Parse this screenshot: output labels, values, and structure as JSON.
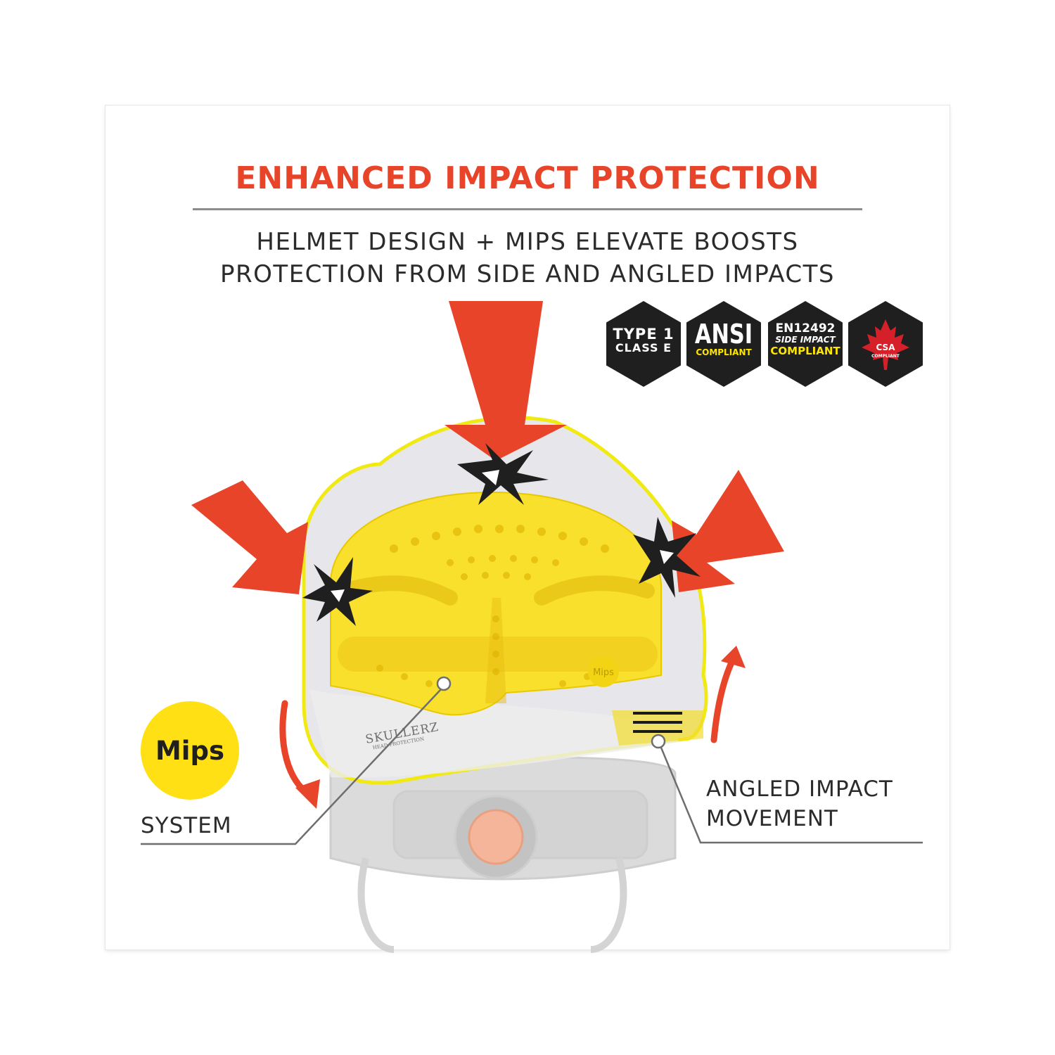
{
  "headline": "ENHANCED IMPACT PROTECTION",
  "subheadline": {
    "line1": "HELMET DESIGN + MIPS ELEVATE BOOSTS",
    "line2": "PROTECTION FROM SIDE AND ANGLED IMPACTS"
  },
  "badges": [
    {
      "line1": "TYPE 1",
      "line2": "CLASS E"
    },
    {
      "line1": "ANSI",
      "line2": "COMPLIANT"
    },
    {
      "line1": "EN12492",
      "line2": "SIDE IMPACT",
      "line3": "COMPLIANT"
    },
    {
      "line1": "CSA",
      "line2": "COMPLIANT"
    }
  ],
  "mips_logo": "Mips",
  "labels": {
    "system": "SYSTEM",
    "angled_line1": "ANGLED IMPACT",
    "angled_line2": "MOVEMENT"
  },
  "helmet_brand": {
    "name": "SKULLERZ",
    "tagline": "HEAD PROTECTION",
    "liner_logo": "Mips"
  },
  "colors": {
    "accent_red": "#e8442a",
    "mips_yellow": "#ffe014",
    "badge_black": "#1f1f1f",
    "badge_yellow_text": "#ffe600",
    "csa_red": "#d5202a",
    "text_dark": "#2b2b2b"
  },
  "icons": [
    "impact-arrow-icon",
    "impact-spark-icon",
    "rotation-arrow-icon",
    "maple-leaf-icon",
    "movement-lines-icon"
  ]
}
